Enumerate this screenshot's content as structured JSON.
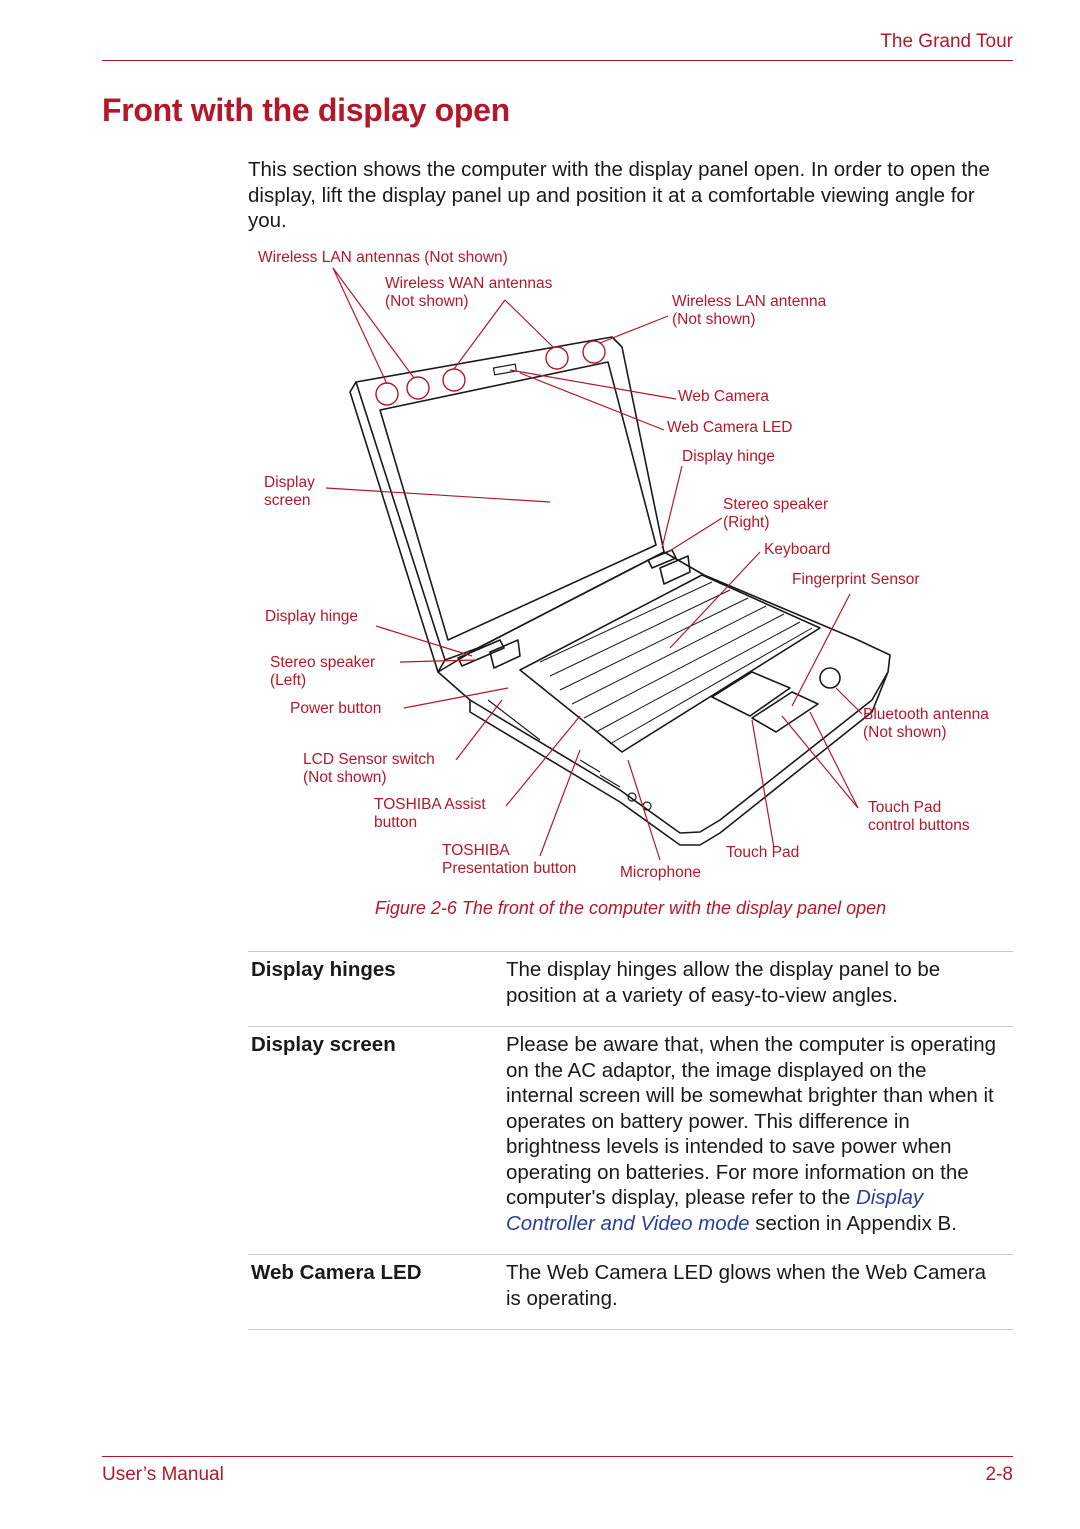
{
  "header": {
    "section_title": "The Grand Tour"
  },
  "title": "Front with the display open",
  "intro": "This section shows the computer with the display panel open. In order to open the display, lift the display panel up and position it at a comfortable viewing angle for you.",
  "figure": {
    "callouts": {
      "wireless_lan_antennas": "Wireless LAN antennas (Not shown)",
      "wireless_wan_antennas": "Wireless WAN antennas\n(Not shown)",
      "wireless_lan_antenna": "Wireless LAN antenna\n(Not shown)",
      "web_camera": "Web Camera",
      "web_camera_led": "Web Camera LED",
      "display_hinge_right": "Display hinge",
      "display_screen": "Display\nscreen",
      "stereo_speaker_right": "Stereo speaker\n(Right)",
      "keyboard": "Keyboard",
      "fingerprint_sensor": "Fingerprint Sensor",
      "display_hinge_left": "Display hinge",
      "stereo_speaker_left": "Stereo speaker\n(Left)",
      "power_button": "Power button",
      "bluetooth_antenna": "Bluetooth antenna\n(Not shown)",
      "lcd_sensor_switch": "LCD Sensor switch\n(Not shown)",
      "toshiba_assist_button": "TOSHIBA Assist\nbutton",
      "touch_pad_control_buttons": "Touch Pad\ncontrol buttons",
      "toshiba_presentation_button": "TOSHIBA\nPresentation button",
      "touch_pad": "Touch Pad",
      "microphone": "Microphone"
    },
    "caption": "Figure 2-6 The front of the computer with the display panel open"
  },
  "descriptions": [
    {
      "term": "Display hinges",
      "text": "The display hinges allow the display panel to be position at a variety of easy-to-view angles."
    },
    {
      "term": "Display screen",
      "text_before": "Please be aware that, when the computer is operating on the AC adaptor, the image displayed on the internal screen will be somewhat brighter than when it operates on battery power. This difference in brightness levels is intended to save power when operating on batteries. For more information on the computer's display, please refer to the ",
      "link": "Display Controller and Video mode",
      "text_after": " section in Appendix B."
    },
    {
      "term": "Web Camera LED",
      "text": "The Web Camera LED glows when the Web Camera is operating."
    }
  ],
  "footer": {
    "left": "User’s Manual",
    "right": "2-8"
  },
  "colors": {
    "accent": "#b3182a",
    "link": "#2c3e9a",
    "rule": "#c8c8c8"
  }
}
